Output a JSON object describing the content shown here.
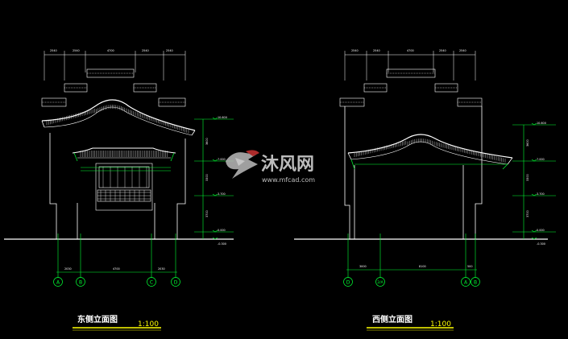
{
  "drawings": [
    {
      "title": "东侧立面图",
      "scale": "1:100",
      "top_dimensions": [
        "2540",
        "2540",
        "4700",
        "2540",
        "2540"
      ],
      "bottom_dimensions": [
        "2030",
        "4700",
        "2030"
      ],
      "axis_labels": [
        "A",
        "B",
        "C",
        "D"
      ],
      "level_labels": [
        "10.600",
        "7.000",
        "3.700",
        "0.000",
        "-0.300"
      ],
      "side_dimensions": [
        "3600",
        "3300",
        "3700"
      ]
    },
    {
      "title": "西侧立面图",
      "scale": "1:100",
      "top_dimensions": [
        "2540",
        "2540",
        "4700",
        "2540",
        "2540"
      ],
      "bottom_dimensions": [
        "3000",
        "8100",
        "500"
      ],
      "axis_labels": [
        "D",
        "2/A",
        "A",
        "B"
      ],
      "level_labels": [
        "10.600",
        "7.000",
        "3.700",
        "0.000",
        "-0.300"
      ],
      "side_dimensions": [
        "3600",
        "3300",
        "3700"
      ]
    }
  ],
  "watermark": {
    "brand": "沐风网",
    "url": "www.mfcad.com"
  },
  "colors": {
    "background": "#000000",
    "lines": "#ffffff",
    "dimension": "#00ff33",
    "title_underline": "#ffff00"
  }
}
